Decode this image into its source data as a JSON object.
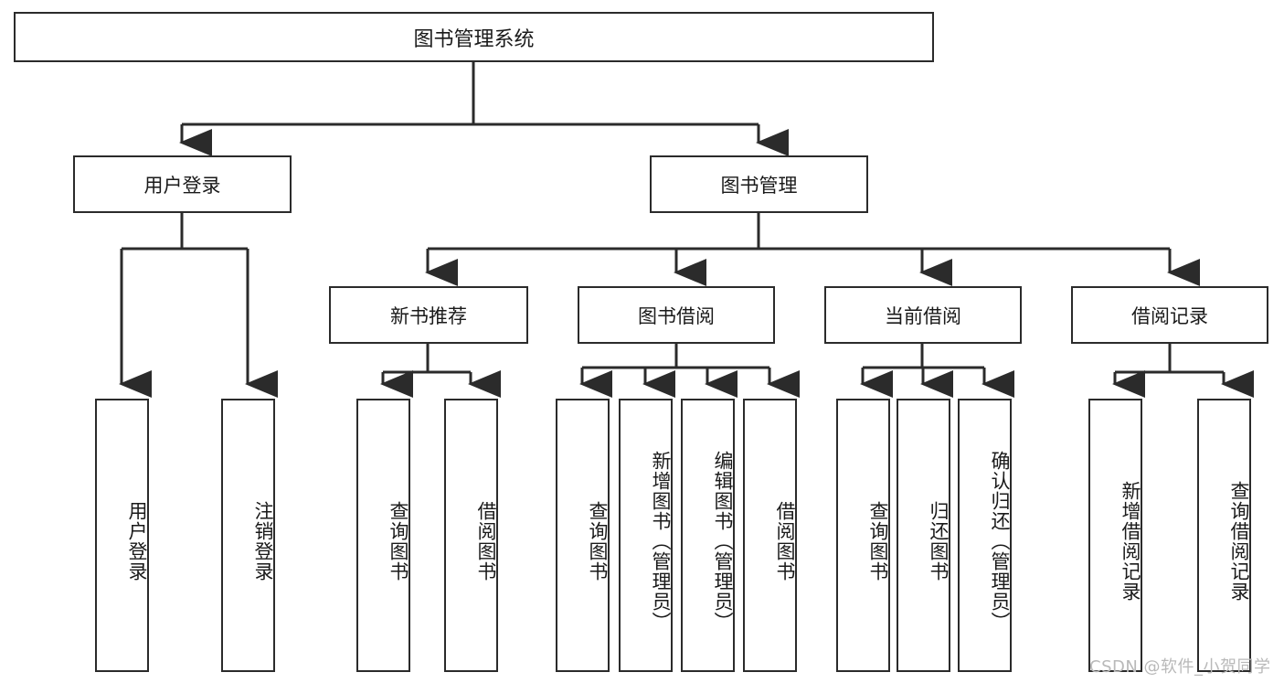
{
  "diagram": {
    "title": "图书管理系统",
    "type": "hierarchy-tree",
    "nodes": {
      "root": {
        "label": "图书管理系统",
        "level": 0
      },
      "l1": [
        {
          "id": "user-login",
          "label": "用户登录"
        },
        {
          "id": "book-manage",
          "label": "图书管理"
        }
      ],
      "l2": [
        {
          "id": "new-book-rec",
          "label": "新书推荐",
          "parent": "book-manage"
        },
        {
          "id": "book-borrow",
          "label": "图书借阅",
          "parent": "book-manage"
        },
        {
          "id": "current-borrow",
          "label": "当前借阅",
          "parent": "book-manage"
        },
        {
          "id": "borrow-record",
          "label": "借阅记录",
          "parent": "book-manage"
        }
      ],
      "leaves": [
        {
          "id": "leaf-user-login",
          "label": "用户登录",
          "parent": "user-login"
        },
        {
          "id": "leaf-logout",
          "label": "注销登录",
          "parent": "user-login"
        },
        {
          "id": "leaf-query-book-1",
          "label": "查询图书",
          "parent": "new-book-rec"
        },
        {
          "id": "leaf-borrow-book-1",
          "label": "借阅图书",
          "parent": "new-book-rec"
        },
        {
          "id": "leaf-query-book-2",
          "label": "查询图书",
          "parent": "book-borrow"
        },
        {
          "id": "leaf-add-book",
          "label": "新增图书（管理员）",
          "parent": "book-borrow"
        },
        {
          "id": "leaf-edit-book",
          "label": "编辑图书（管理员）",
          "parent": "book-borrow"
        },
        {
          "id": "leaf-borrow-book-2",
          "label": "借阅图书",
          "parent": "book-borrow"
        },
        {
          "id": "leaf-query-book-3",
          "label": "查询图书",
          "parent": "current-borrow"
        },
        {
          "id": "leaf-return-book",
          "label": "归还图书",
          "parent": "current-borrow"
        },
        {
          "id": "leaf-confirm-return",
          "label": "确认归还（管理员）",
          "parent": "current-borrow"
        },
        {
          "id": "leaf-add-record",
          "label": "新增借阅记录",
          "parent": "borrow-record"
        },
        {
          "id": "leaf-query-record",
          "label": "查询借阅记录",
          "parent": "borrow-record"
        }
      ]
    }
  },
  "watermark": {
    "text": "CSDN @软件_小贺同学"
  },
  "colors": {
    "stroke": "#2b2b2b",
    "background": "#ffffff",
    "text": "#1a1a1a",
    "watermark": "#b9b9b9"
  }
}
